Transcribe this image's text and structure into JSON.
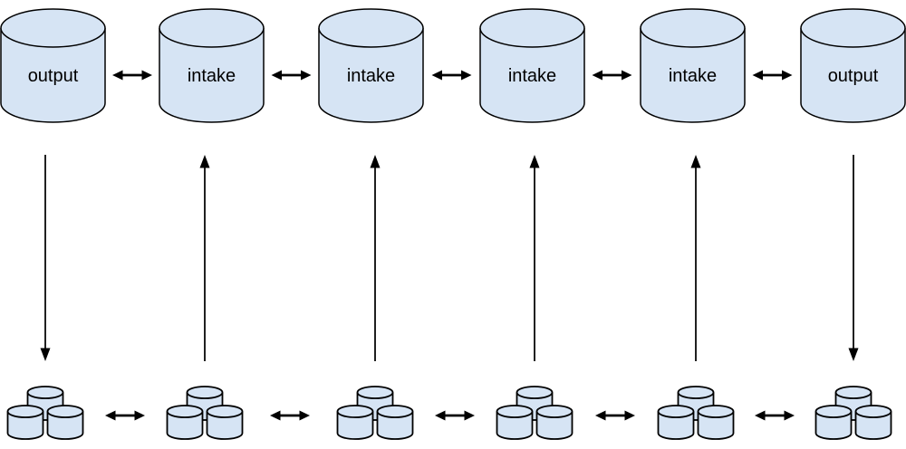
{
  "colors": {
    "background": "#ffffff",
    "cylinder_fill": "#d6e4f4",
    "outline": "#000000",
    "arrow": "#000000"
  },
  "icons": {
    "database_cylinder": "svg-cylinder-shape",
    "database_cluster": "svg-three-cylinder-cluster",
    "bidirectional_arrow": "↔",
    "up_arrow": "↑",
    "down_arrow": "↓"
  },
  "top_row": {
    "nodes": [
      {
        "label": "output",
        "vertical_flow": "down"
      },
      {
        "label": "intake",
        "vertical_flow": "up"
      },
      {
        "label": "intake",
        "vertical_flow": "up"
      },
      {
        "label": "intake",
        "vertical_flow": "up"
      },
      {
        "label": "intake",
        "vertical_flow": "up"
      },
      {
        "label": "output",
        "vertical_flow": "down"
      }
    ],
    "horizontal_links": "bidirectional"
  },
  "bottom_row": {
    "clusters": [
      {
        "cylinders": 3
      },
      {
        "cylinders": 3
      },
      {
        "cylinders": 3
      },
      {
        "cylinders": 3
      },
      {
        "cylinders": 3
      },
      {
        "cylinders": 3
      }
    ],
    "horizontal_links": "bidirectional"
  }
}
